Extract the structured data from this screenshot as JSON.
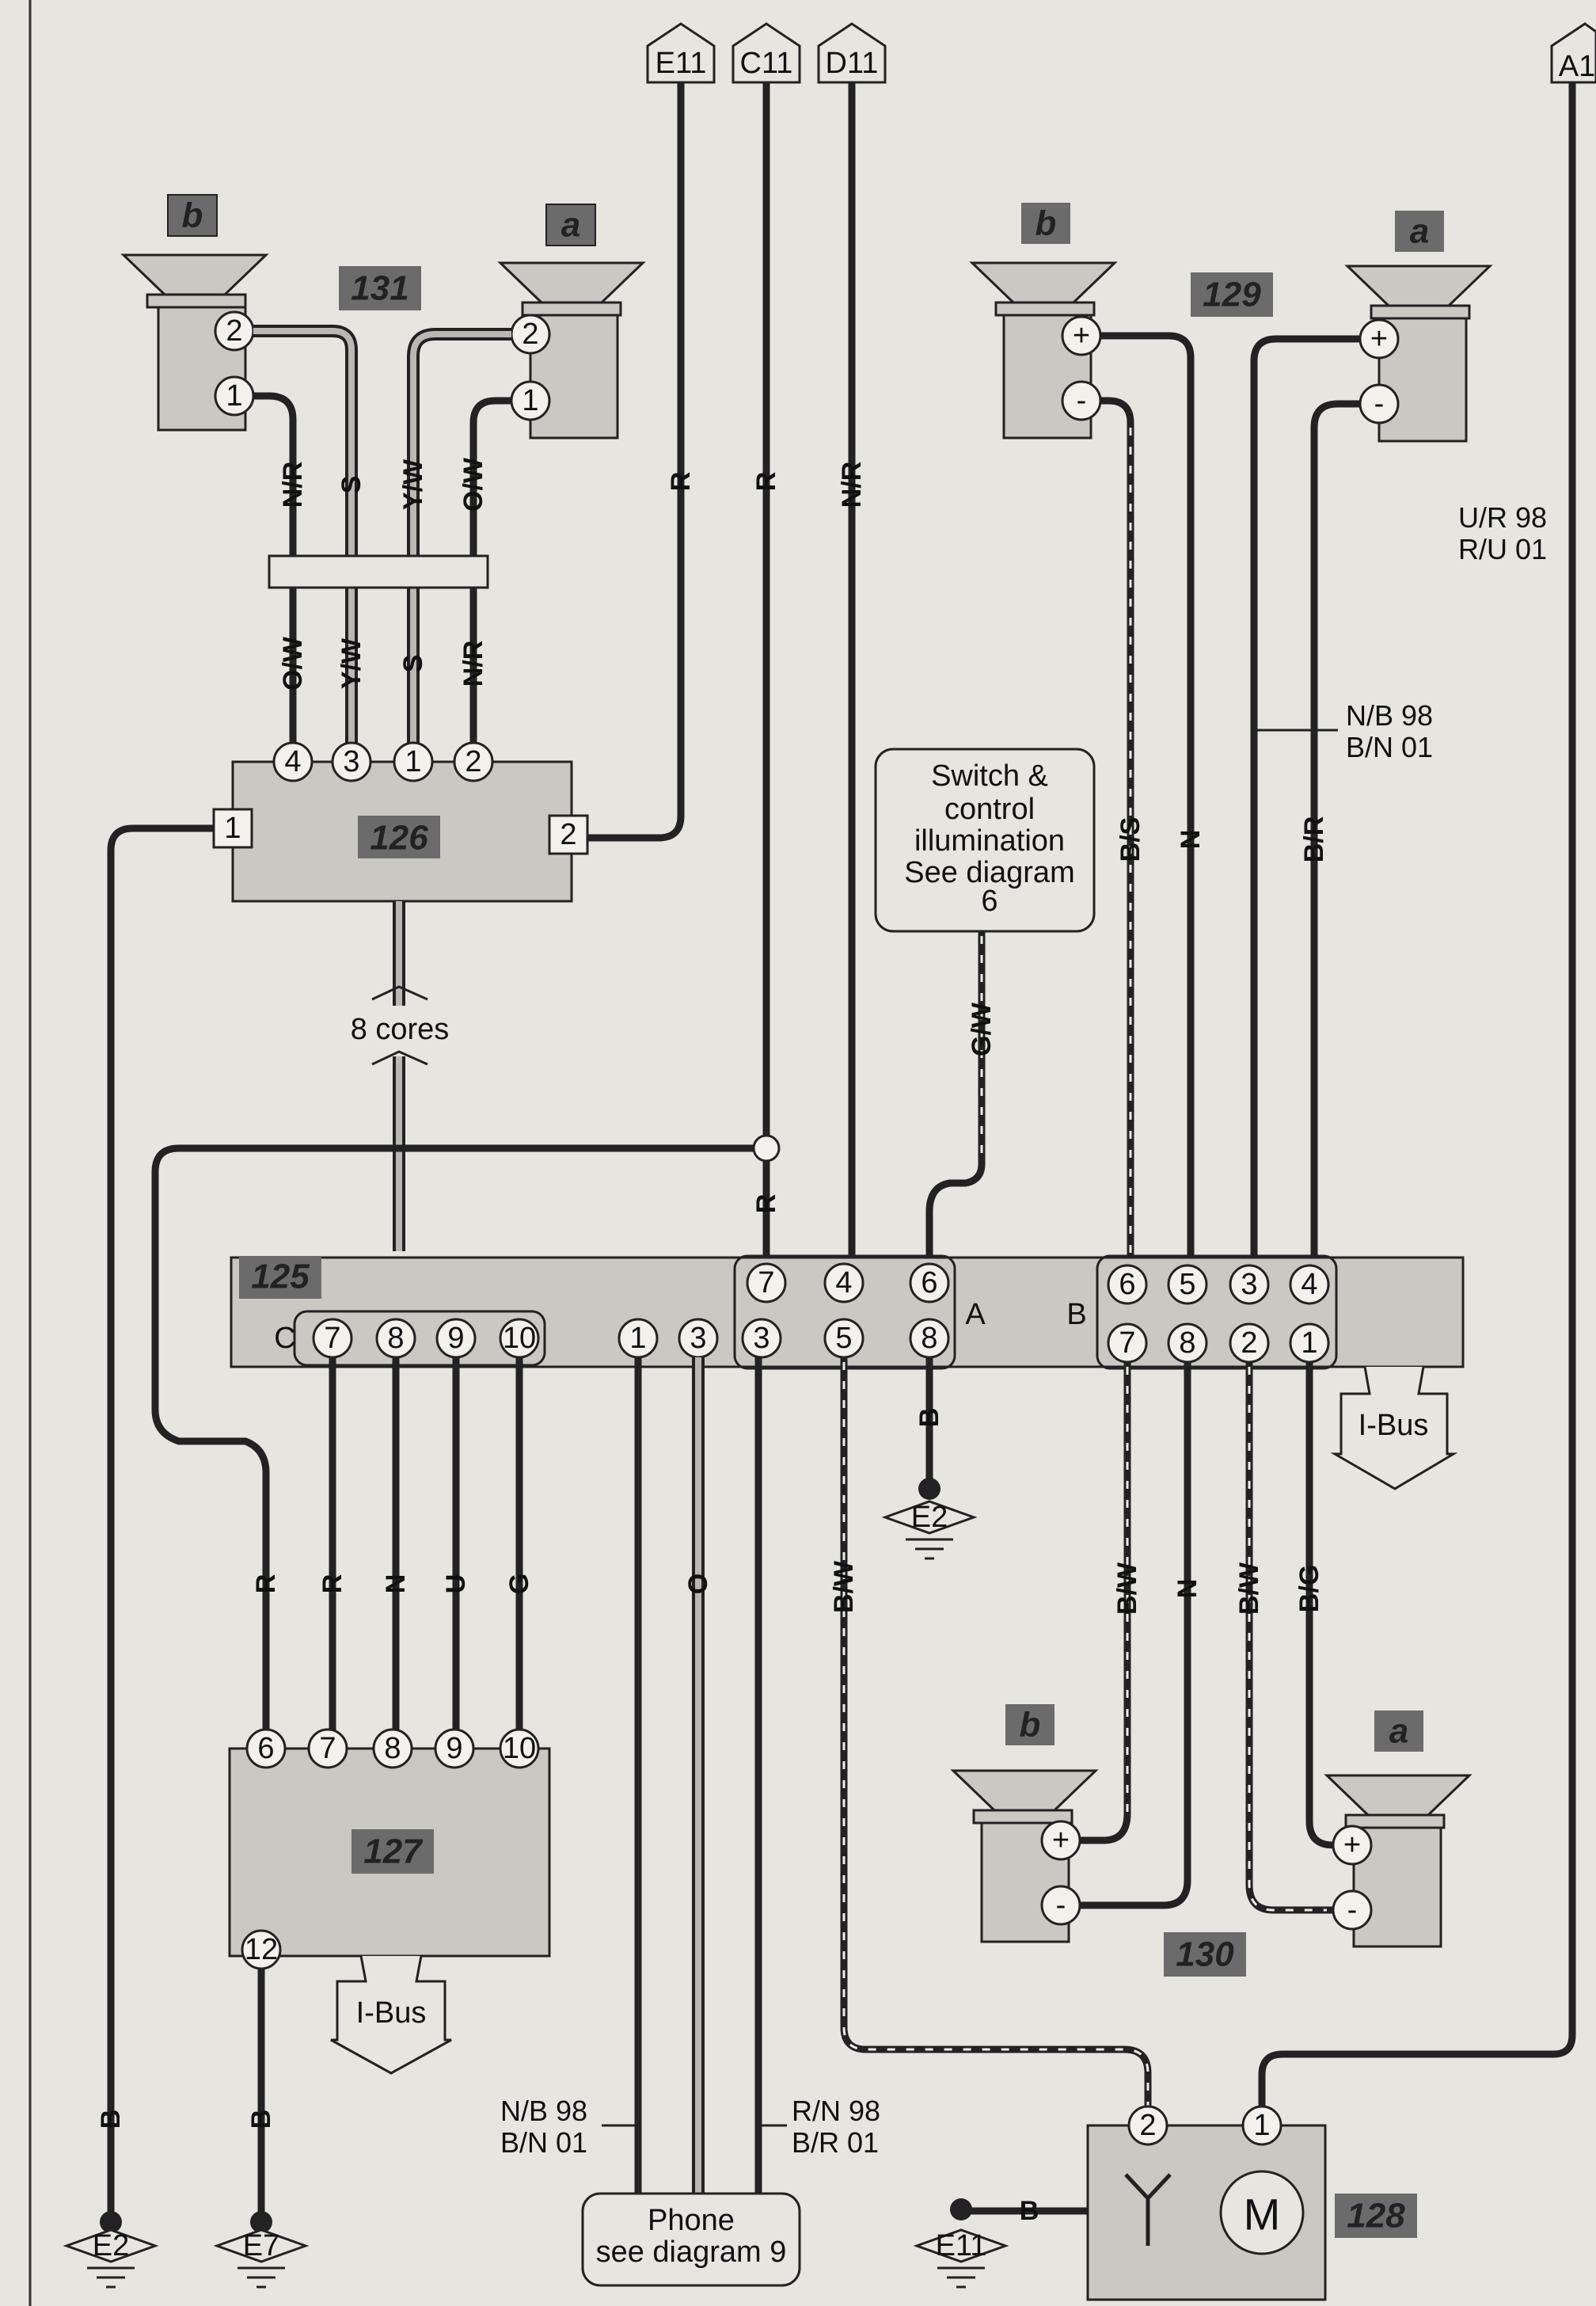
{
  "connectors_top": [
    {
      "id": "E11",
      "label": "E11"
    },
    {
      "id": "C11",
      "label": "C11"
    },
    {
      "id": "D11",
      "label": "D11"
    },
    {
      "id": "A1",
      "label": "A1"
    }
  ],
  "components": {
    "c125": {
      "id": "125",
      "groups": {
        "A": "A",
        "B": "B",
        "C": "C"
      },
      "pins_A_top": [
        "7",
        "4",
        "6"
      ],
      "pins_A_bottom": [
        "3",
        "5",
        "8"
      ],
      "pins_B_top": [
        "6",
        "5",
        "3",
        "4"
      ],
      "pins_B_bottom": [
        "7",
        "8",
        "2",
        "1"
      ],
      "pins_C": [
        "7",
        "8",
        "9",
        "10",
        "1",
        "3"
      ]
    },
    "c126": {
      "id": "126",
      "pins_top": [
        "4",
        "3",
        "1",
        "2"
      ],
      "pin_left": "1",
      "pin_right": "2"
    },
    "c127": {
      "id": "127",
      "pins_top": [
        "6",
        "7",
        "8",
        "9",
        "10"
      ],
      "pin_bottom": "12"
    },
    "c128": {
      "id": "128",
      "pins": [
        "2",
        "1"
      ],
      "motor": "M"
    },
    "c129": {
      "id": "129"
    },
    "c130": {
      "id": "130"
    },
    "c131": {
      "id": "131"
    }
  },
  "speakers": {
    "s131b": {
      "label": "b",
      "pins": [
        "2",
        "1"
      ]
    },
    "s131a": {
      "label": "a",
      "pins": [
        "2",
        "1"
      ]
    },
    "s129b": {
      "label": "b",
      "pins": [
        "+",
        "-"
      ]
    },
    "s129a": {
      "label": "a",
      "pins": [
        "+",
        "-"
      ]
    },
    "s130b": {
      "label": "b",
      "pins": [
        "+",
        "-"
      ]
    },
    "s130a": {
      "label": "a",
      "pins": [
        "+",
        "-"
      ]
    }
  },
  "wire_labels": {
    "w1": "N/R",
    "w2": "S",
    "w3": "Y/W",
    "w4": "O/W",
    "w5": "O/W",
    "w6": "Y/W",
    "w7": "S",
    "w8": "N/R",
    "w9": "R",
    "w10": "R",
    "w11": "N/R",
    "w12": "B/S",
    "w13": "N",
    "w14": "B/R",
    "w15": "G/W",
    "w16": "R",
    "w17": "R",
    "w18": "R",
    "w19": "N",
    "w20": "U",
    "w21": "G",
    "w22": "O",
    "w23": "B/W",
    "w24": "B",
    "w25": "B/W",
    "w26": "N",
    "w27": "B/W",
    "w28": "B/G",
    "w29": "B",
    "w30": "B",
    "w31": "B"
  },
  "notes": {
    "cores": "8 cores",
    "ur1": "U/R 98",
    "ur2": "R/U 01",
    "nb1": "N/B 98",
    "nb2": "B/N 01",
    "nb3": "N/B 98",
    "nb4": "B/N 01",
    "rn1": "R/N 98",
    "rn2": "B/R 01"
  },
  "boxes": {
    "switch": [
      "Switch &",
      "control",
      "illumination",
      "See diagram",
      "6"
    ],
    "phone": [
      "Phone",
      "see diagram 9"
    ]
  },
  "ibus": {
    "a": "I-Bus",
    "b": "I-Bus"
  },
  "grounds": {
    "g1": "E2",
    "g2": "E7",
    "g3": "E11",
    "g4": "E2"
  }
}
